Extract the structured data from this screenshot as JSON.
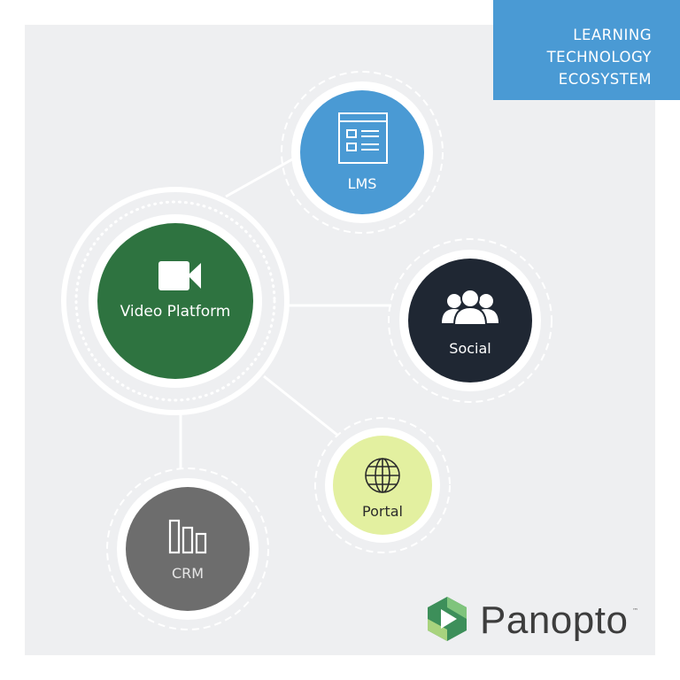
{
  "title": {
    "lines": [
      "LEARNING",
      "TECHNOLOGY",
      "ECOSYSTEM"
    ]
  },
  "nodes": {
    "video": {
      "label": "Video Platform",
      "icon": "video-camera-icon",
      "color": "#2e7340"
    },
    "lms": {
      "label": "LMS",
      "icon": "browser-window-icon",
      "color": "#4a9ad4"
    },
    "social": {
      "label": "Social",
      "icon": "users-group-icon",
      "color": "#1f2733"
    },
    "portal": {
      "label": "Portal",
      "icon": "globe-icon",
      "color": "#e3f0a0"
    },
    "crm": {
      "label": "CRM",
      "icon": "bar-chart-icon",
      "color": "#6d6d6d"
    }
  },
  "logo": {
    "name": "Panopto",
    "tm": "™"
  },
  "colors": {
    "panel": "#eeeff1",
    "accent": "#4a9ad4"
  }
}
